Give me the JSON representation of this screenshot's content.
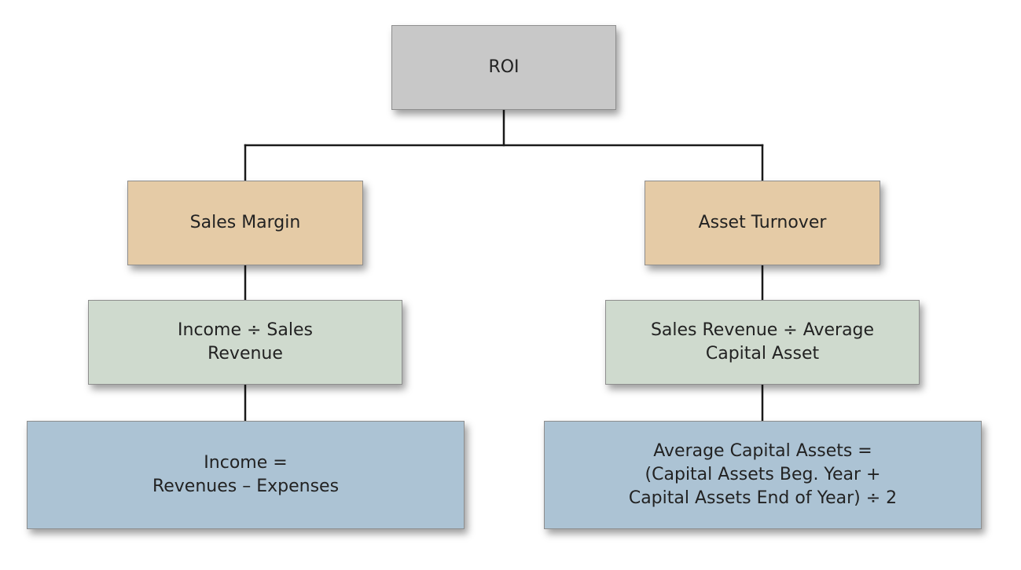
{
  "diagram": {
    "root": {
      "label": "ROI",
      "color": "#c8c8c8"
    },
    "left_branch": {
      "category": {
        "label": "Sales Margin",
        "color": "#e5cba6"
      },
      "formula": {
        "label": "Income ÷ Sales\nRevenue",
        "color": "#cfdace"
      },
      "definition": {
        "label": "Income =\nRevenues – Expenses",
        "color": "#acc3d4"
      }
    },
    "right_branch": {
      "category": {
        "label": "Asset Turnover",
        "color": "#e5cba6"
      },
      "formula": {
        "label": "Sales Revenue ÷ Average\nCapital Asset",
        "color": "#cfdace"
      },
      "definition": {
        "label": "Average Capital Assets =\n(Capital Assets Beg. Year +\nCapital Assets End of Year) ÷ 2",
        "color": "#acc3d4"
      }
    },
    "connector_color": "#1a1a1a"
  }
}
